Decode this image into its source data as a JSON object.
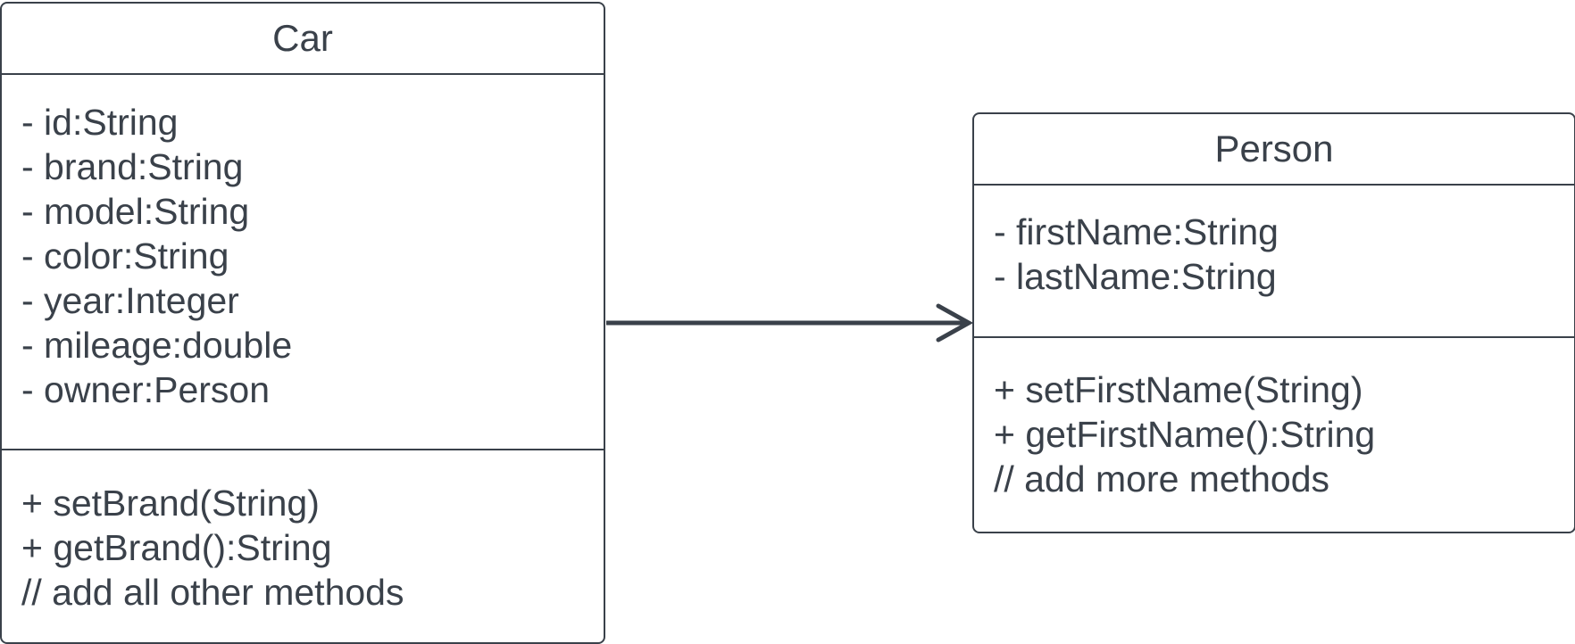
{
  "diagram": {
    "classes": [
      {
        "id": "car",
        "name": "Car",
        "attributes": [
          "- id:String",
          "- brand:String",
          "- model:String",
          "- color:String",
          "- year:Integer",
          "- mileage:double",
          "- owner:Person"
        ],
        "methods": [
          "+ setBrand(String)",
          "+ getBrand():String",
          "// add all other methods"
        ]
      },
      {
        "id": "person",
        "name": "Person",
        "attributes": [
          "- firstName:String",
          "- lastName:String"
        ],
        "methods": [
          "+ setFirstName(String)",
          "+ getFirstName():String",
          "// add more methods"
        ]
      }
    ],
    "relationships": [
      {
        "type": "association",
        "from": "Car",
        "to": "Person",
        "arrowhead": "open"
      }
    ],
    "colors": {
      "stroke": "#3a414a",
      "text": "#3a414a",
      "background": "#ffffff"
    }
  }
}
